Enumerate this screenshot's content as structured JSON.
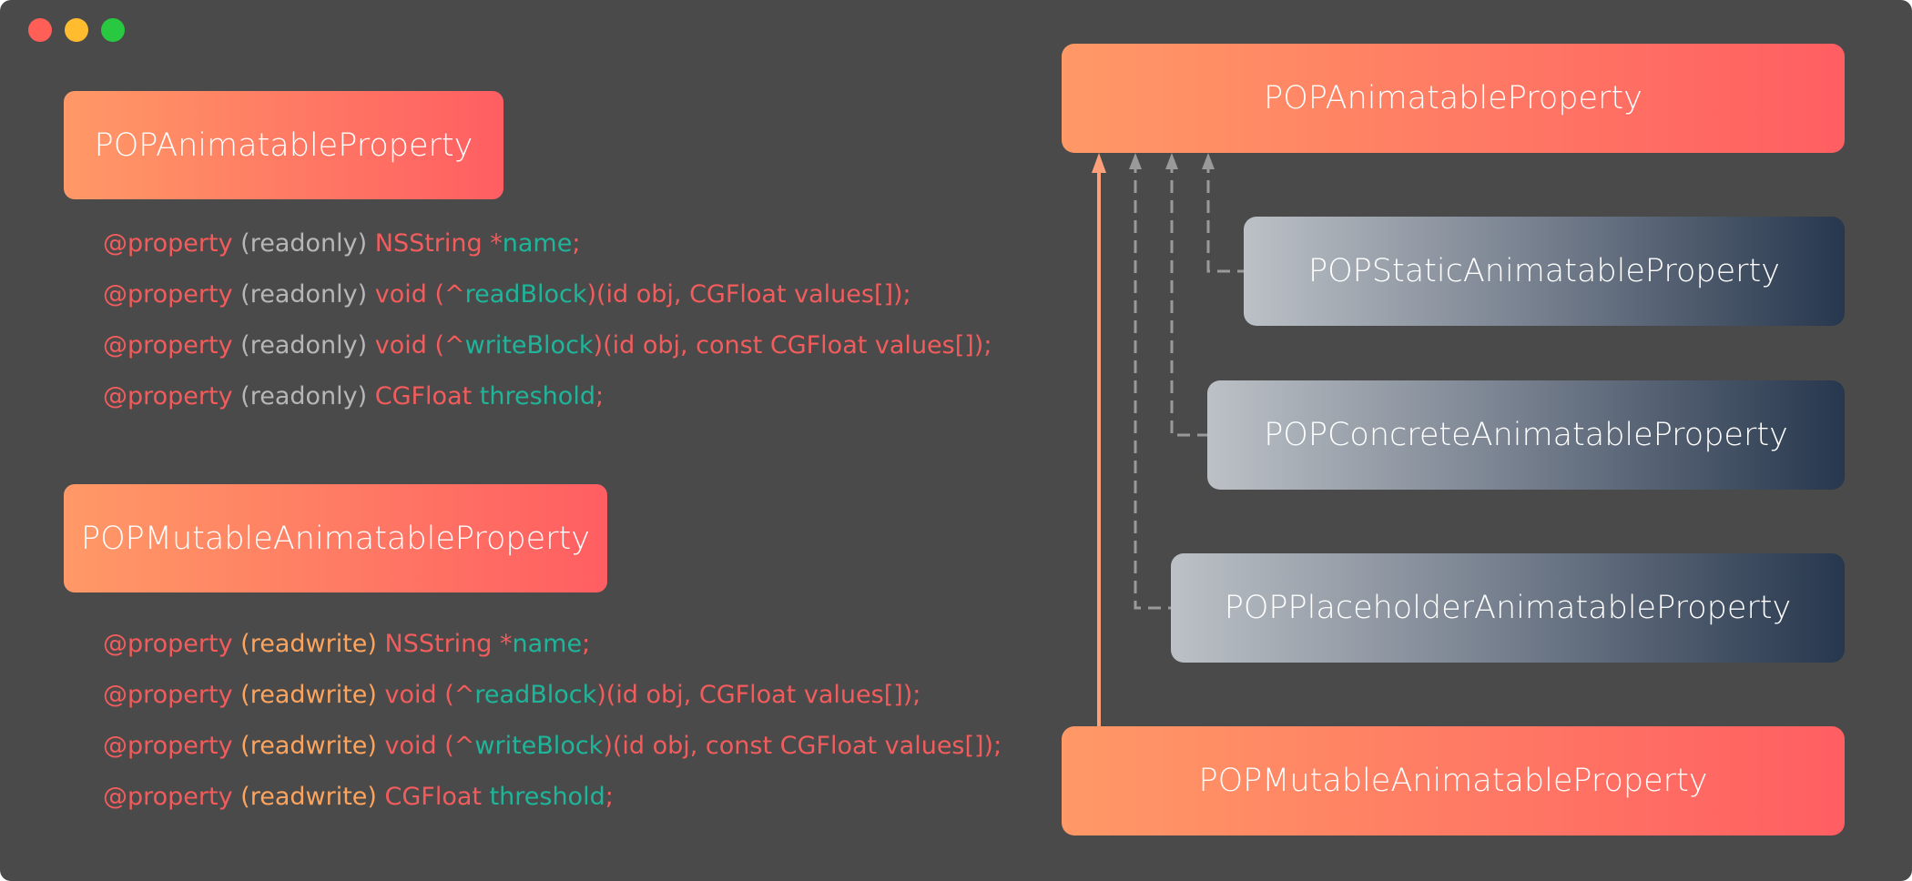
{
  "colors": {
    "window_bg": "#4a4a4a",
    "traffic_red": "#ff5f57",
    "traffic_yellow": "#febc2e",
    "traffic_green": "#28c840",
    "orange_start": "#ff9966",
    "orange_end": "#ff5e62",
    "gray_start": "#bcc1c6",
    "gray_end": "#27374d",
    "keyword_red": "#f25c5c",
    "readonly_gray": "#b7b7b7",
    "identifier_teal": "#1fb59a",
    "readwrite_orange": "#ffa45c",
    "arrow_orange": "#ffa07a",
    "arrow_gray": "#9a9a9a"
  },
  "left": {
    "box1": "POPAnimatableProperty",
    "box2": "POPMutableAnimatableProperty",
    "readonly_lines": [
      [
        {
          "t": "@property ",
          "c": "red"
        },
        {
          "t": "(readonly) ",
          "c": "gray"
        },
        {
          "t": "NSString ",
          "c": "red"
        },
        {
          "t": "*",
          "c": "red"
        },
        {
          "t": "name",
          "c": "teal"
        },
        {
          "t": ";",
          "c": "red"
        }
      ],
      [
        {
          "t": "@property ",
          "c": "red"
        },
        {
          "t": "(readonly) ",
          "c": "gray"
        },
        {
          "t": "void (^",
          "c": "red"
        },
        {
          "t": "readBlock",
          "c": "teal"
        },
        {
          "t": ")(id obj, CGFloat values[]);",
          "c": "red"
        }
      ],
      [
        {
          "t": "@property ",
          "c": "red"
        },
        {
          "t": "(readonly) ",
          "c": "gray"
        },
        {
          "t": "void (^",
          "c": "red"
        },
        {
          "t": "writeBlock",
          "c": "teal"
        },
        {
          "t": ")(id obj, const CGFloat values[]);",
          "c": "red"
        }
      ],
      [
        {
          "t": "@property ",
          "c": "red"
        },
        {
          "t": "(readonly) ",
          "c": "gray"
        },
        {
          "t": "CGFloat ",
          "c": "red"
        },
        {
          "t": "threshold",
          "c": "teal"
        },
        {
          "t": ";",
          "c": "red"
        }
      ]
    ],
    "readwrite_lines": [
      [
        {
          "t": "@property ",
          "c": "red"
        },
        {
          "t": "(readwrite) ",
          "c": "orange"
        },
        {
          "t": "NSString ",
          "c": "red"
        },
        {
          "t": "*",
          "c": "red"
        },
        {
          "t": "name",
          "c": "teal"
        },
        {
          "t": ";",
          "c": "red"
        }
      ],
      [
        {
          "t": "@property ",
          "c": "red"
        },
        {
          "t": "(readwrite) ",
          "c": "orange"
        },
        {
          "t": "void (^",
          "c": "red"
        },
        {
          "t": "readBlock",
          "c": "teal"
        },
        {
          "t": ")(id obj, CGFloat values[]);",
          "c": "red"
        }
      ],
      [
        {
          "t": "@property ",
          "c": "red"
        },
        {
          "t": "(readwrite) ",
          "c": "orange"
        },
        {
          "t": "void (^",
          "c": "red"
        },
        {
          "t": "writeBlock",
          "c": "teal"
        },
        {
          "t": ")(id obj, const CGFloat values[]);",
          "c": "red"
        }
      ],
      [
        {
          "t": "@property ",
          "c": "red"
        },
        {
          "t": "(readwrite) ",
          "c": "orange"
        },
        {
          "t": "CGFloat ",
          "c": "red"
        },
        {
          "t": "threshold",
          "c": "teal"
        },
        {
          "t": ";",
          "c": "red"
        }
      ]
    ]
  },
  "right": {
    "top": "POPAnimatableProperty",
    "static": "POPStaticAnimatableProperty",
    "concrete": "POPConcreteAnimatableProperty",
    "placeholder": "POPPlaceholderAnimatableProperty",
    "mutable": "POPMutableAnimatableProperty"
  }
}
